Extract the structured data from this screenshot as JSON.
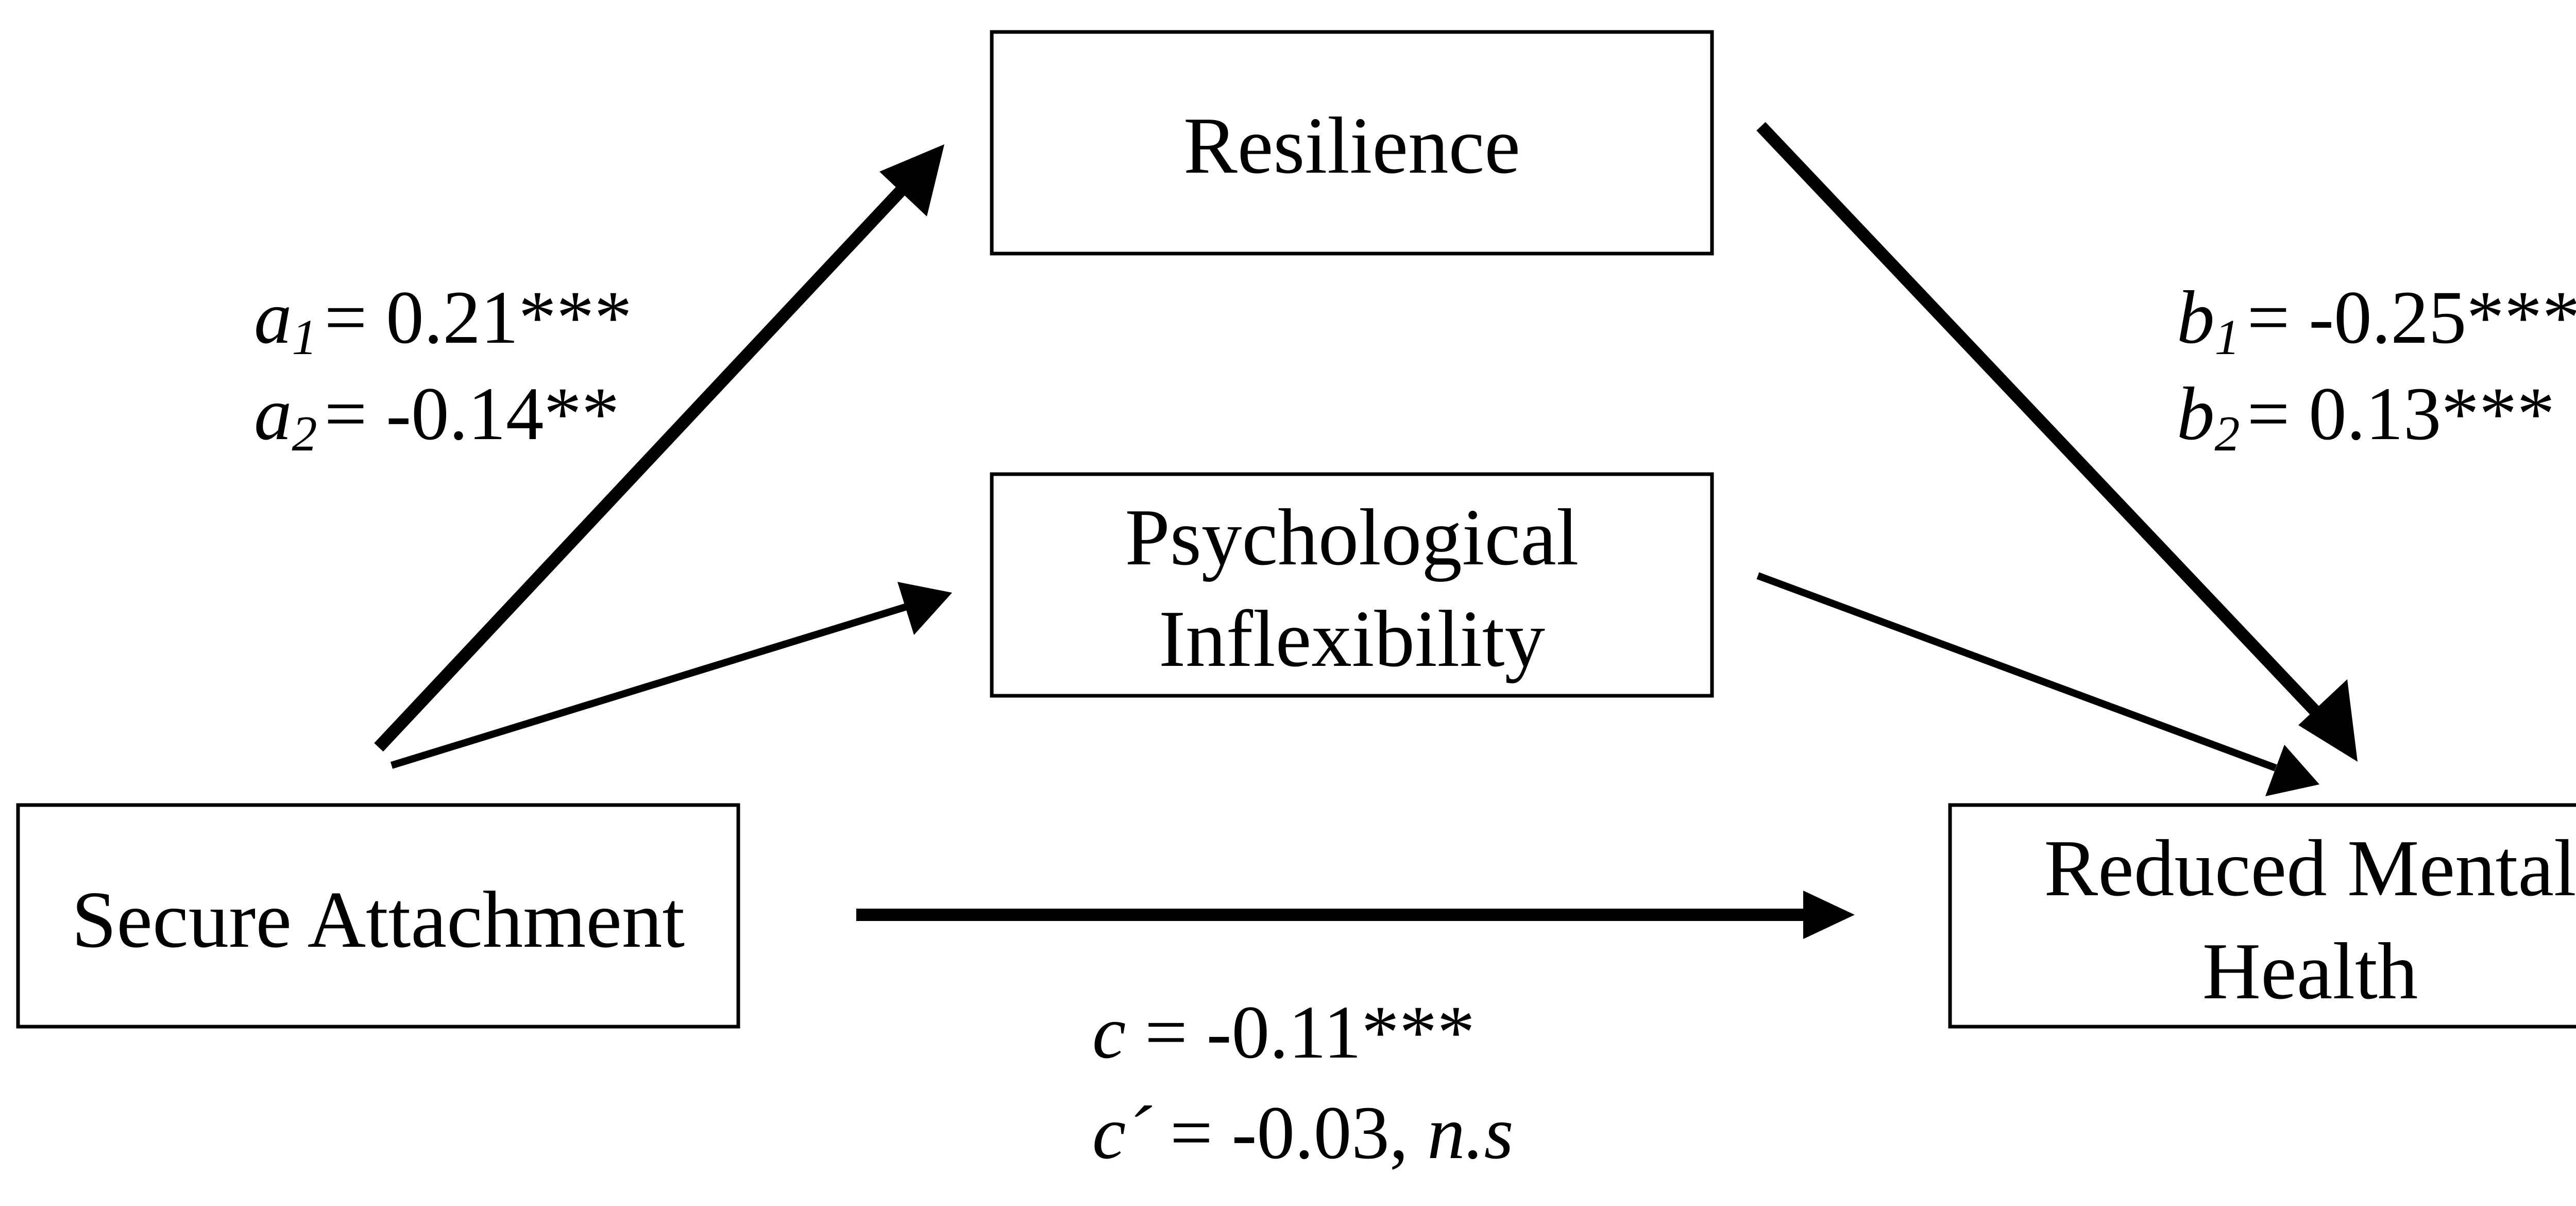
{
  "nodes": {
    "resilience": {
      "label": "Resilience"
    },
    "psych_inflex": {
      "line1": "Psychological",
      "line2": "Inflexibility"
    },
    "secure_attachment": {
      "label": "Secure Attachment"
    },
    "reduced_mental_health": {
      "line1": "Reduced Mental",
      "line2": "Health"
    }
  },
  "coefficients": {
    "a1": {
      "symbol": "a",
      "sub": "1",
      "value": "= 0.21***"
    },
    "a2": {
      "symbol": "a",
      "sub": "2",
      "value": "= -0.14**"
    },
    "b1": {
      "symbol": "b",
      "sub": "1",
      "value": "= -0.25***"
    },
    "b2": {
      "symbol": "b",
      "sub": "2",
      "value": "= 0.13***"
    },
    "c": {
      "symbol": "c",
      "value": " = -0.11***"
    },
    "c_prime": {
      "symbol": "c´",
      "value": " = -0.03, ",
      "note": "n.s"
    }
  },
  "colors": {
    "stroke": "#000000",
    "background": "#ffffff"
  }
}
